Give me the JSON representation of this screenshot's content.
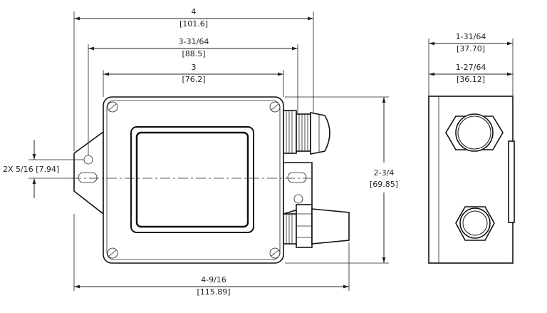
{
  "dimensions": {
    "overall_width": {
      "frac": "4",
      "mm": "[101.6]"
    },
    "hole_span": {
      "frac": "3-31/64",
      "mm": "[88.5]"
    },
    "body_width": {
      "frac": "3",
      "mm": "[76.2]"
    },
    "total_length": {
      "frac": "4-9/16",
      "mm": "[115.89]"
    },
    "height": {
      "frac": "2-3/4",
      "mm": "[69.85]"
    },
    "mount_holes": {
      "label": "2X 5/16 [7.94]"
    },
    "side_depth_outer": {
      "frac": "1-31/64",
      "mm": "[37.70]"
    },
    "side_depth_inner": {
      "frac": "1-27/64",
      "mm": "[36.12]"
    }
  }
}
